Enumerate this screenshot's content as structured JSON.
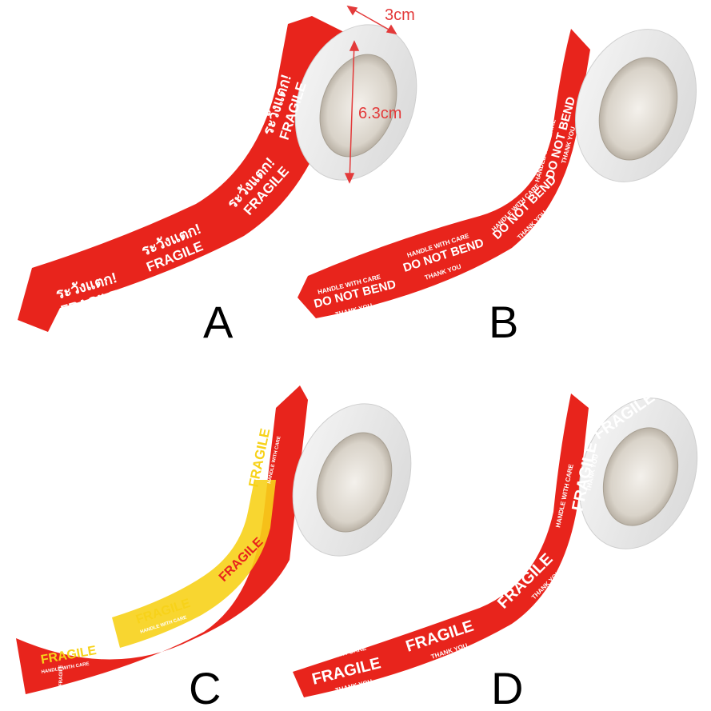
{
  "colors": {
    "red": "#e8241c",
    "red_dark": "#c71a14",
    "yellow": "#f7d21a",
    "white": "#ffffff",
    "dimension": "#e33a3a",
    "core": "#d8d2c8"
  },
  "dimensions": {
    "width": "3cm",
    "diameter": "6.3cm"
  },
  "panels": [
    {
      "letter": "A",
      "headline": "ระวังแตก!",
      "sub": "FRAGILE"
    },
    {
      "letter": "B",
      "top": "HANDLE WITH CARE",
      "headline": "DO NOT BEND",
      "bottom": "THANK YOU"
    },
    {
      "letter": "C",
      "headline": "FRAGILE",
      "sub": "HANDLE WITH CARE",
      "footer": "FRAGILE"
    },
    {
      "letter": "D",
      "top": "HANDLE WITH CARE",
      "headline": "FRAGILE",
      "bottom": "THANK YOU"
    }
  ]
}
